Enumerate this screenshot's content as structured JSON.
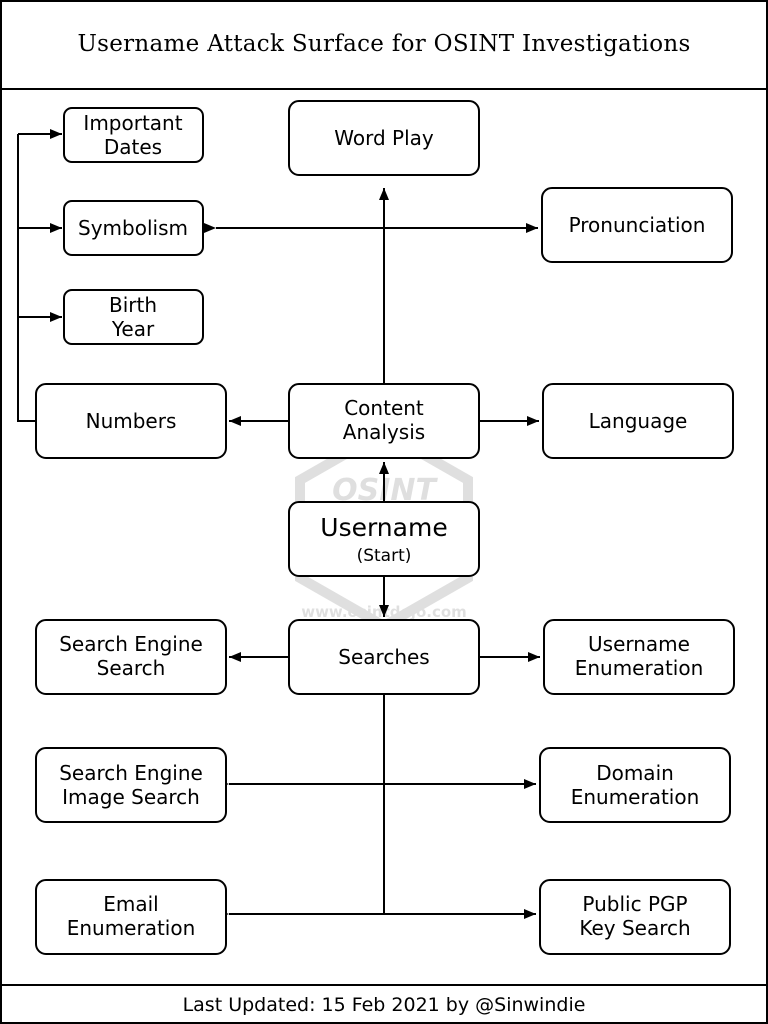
{
  "title": "Username Attack Surface for OSINT Investigations",
  "footer": "Last Updated: 15 Feb 2021 by @Sinwindie",
  "watermark": {
    "logo_text": "OSINT",
    "url_text": "www.osintdojo.com"
  },
  "nodes": {
    "important_dates": {
      "lines": [
        "Important",
        "Dates"
      ]
    },
    "word_play": {
      "lines": [
        "Word Play"
      ]
    },
    "symbolism": {
      "lines": [
        "Symbolism"
      ]
    },
    "pronunciation": {
      "lines": [
        "Pronunciation"
      ]
    },
    "birth_year": {
      "lines": [
        "Birth",
        "Year"
      ]
    },
    "numbers": {
      "lines": [
        "Numbers"
      ]
    },
    "content_analysis": {
      "lines": [
        "Content",
        "Analysis"
      ]
    },
    "language": {
      "lines": [
        "Language"
      ]
    },
    "username": {
      "lines": [
        "Username",
        "(Start)"
      ]
    },
    "search_engine_search": {
      "lines": [
        "Search Engine",
        "Search"
      ]
    },
    "searches": {
      "lines": [
        "Searches"
      ]
    },
    "username_enumeration": {
      "lines": [
        "Username",
        "Enumeration"
      ]
    },
    "search_engine_image_search": {
      "lines": [
        "Search Engine",
        "Image Search"
      ]
    },
    "domain_enumeration": {
      "lines": [
        "Domain",
        "Enumeration"
      ]
    },
    "email_enumeration": {
      "lines": [
        "Email",
        "Enumeration"
      ]
    },
    "public_pgp_key_search": {
      "lines": [
        "Public PGP",
        "Key Search"
      ]
    }
  },
  "colors": {
    "stroke": "#000000",
    "background": "#ffffff"
  }
}
